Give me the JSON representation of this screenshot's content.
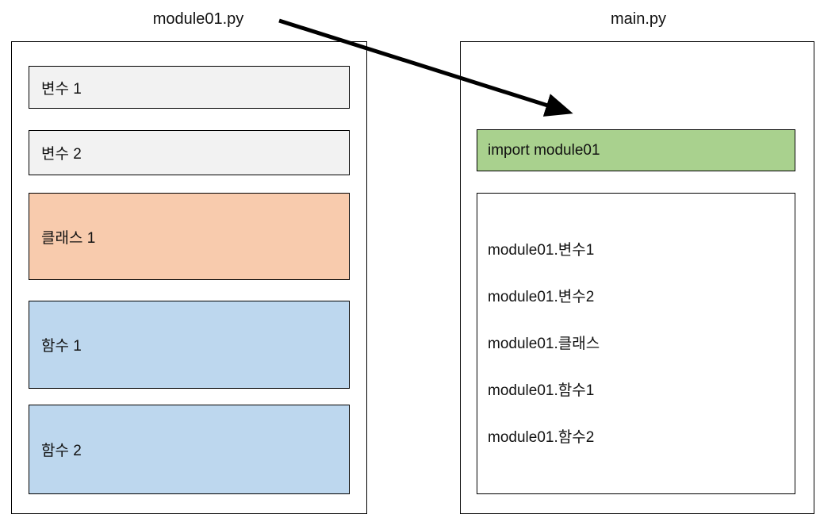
{
  "diagram": {
    "module_panel": {
      "title": "module01.py",
      "blocks": [
        {
          "label": "변수 1",
          "type": "variable"
        },
        {
          "label": "변수 2",
          "type": "variable"
        },
        {
          "label": "클래스 1",
          "type": "class"
        },
        {
          "label": "함수 1",
          "type": "function"
        },
        {
          "label": "함수 2",
          "type": "function"
        }
      ]
    },
    "main_panel": {
      "title": "main.py",
      "import_statement": "import module01",
      "usage_lines": [
        "module01.변수1",
        "module01.변수2",
        "module01.클래스",
        "module01.함수1",
        "module01.함수2"
      ]
    },
    "colors": {
      "variable_fill": "#f2f2f2",
      "class_fill": "#f8cbad",
      "function_fill": "#bdd7ee",
      "import_fill": "#a9d18e",
      "border": "#000000",
      "arrow": "#000000",
      "background": "#ffffff"
    }
  }
}
